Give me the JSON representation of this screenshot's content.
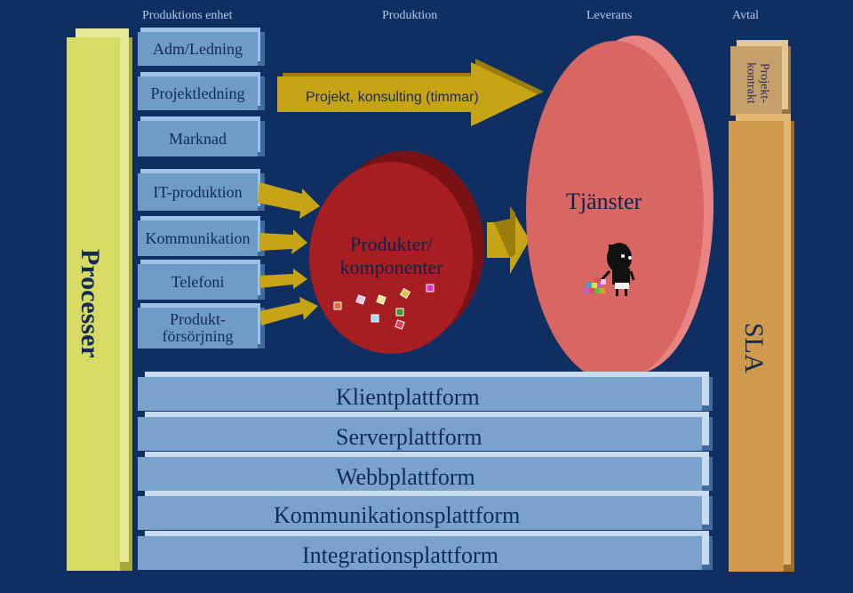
{
  "headers": {
    "unit": "Produktions enhet",
    "production": "Produktion",
    "delivery": "Leverans",
    "agreement": "Avtal"
  },
  "left_boxes": {
    "adm": "Adm/Ledning",
    "projekt": "Projektledning",
    "marknad": "Marknad",
    "itprod": "IT-produktion",
    "komm": "Kommunikation",
    "telefoni": "Telefoni",
    "prodforsorjning": "Produkt-\nförsörjning"
  },
  "processer_label": "Processer",
  "project_arrow_label": "Projekt, konsulting (timmar)",
  "products_label": "Produkter/\nkomponenter",
  "services_label": "Tjänster",
  "contract_label": "Projekt-\nkontrakt",
  "sla_label": "SLA",
  "platforms": [
    "Klientplattform",
    "Serverplattform",
    "Webbplattform",
    "Kommunikationsplattform",
    "Integrationsplattform"
  ],
  "colors": {
    "background": "#0f2f63",
    "process_bar": "#d8db63",
    "sla_bar": "#d09a4c",
    "products_ellipse": "#a61e22",
    "services_ellipse": "#d86764",
    "arrow": "#c6a416",
    "box": "#6f9cc7"
  }
}
